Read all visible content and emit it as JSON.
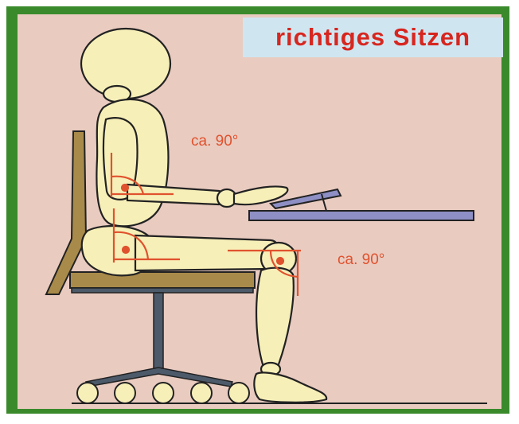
{
  "title": "richtiges Sitzen",
  "labels": {
    "elbow_angle": "ca. 90°",
    "knee_angle": "ca. 90°"
  },
  "colors": {
    "frame": "#3a8a2c",
    "background": "#e9cbc0",
    "title_box": "#cfe6f1",
    "title_text": "#d7261f",
    "figure": "#f7efb8",
    "chair": "#a88a4a",
    "desk": "#8e8fc4",
    "angle_marker": "#e0522e"
  }
}
